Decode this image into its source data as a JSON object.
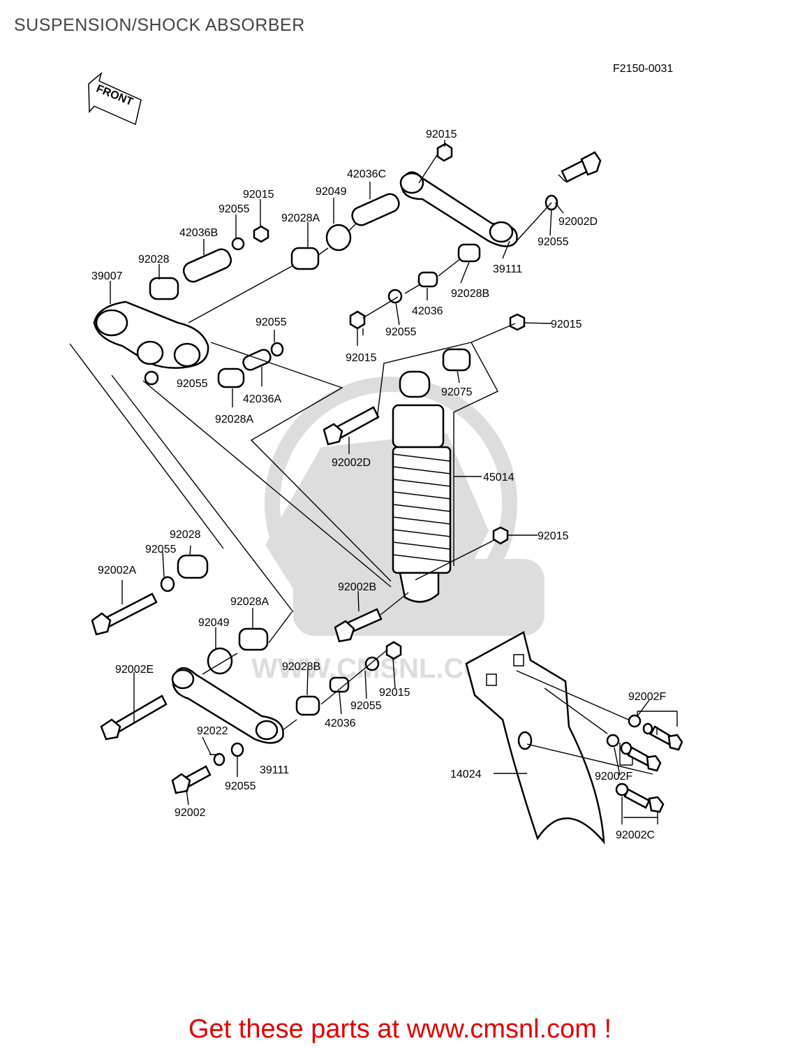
{
  "page": {
    "title": "SUSPENSION/SHOCK ABSORBER",
    "promo": "Get these parts at www.cmsnl.com !",
    "watermark_text": "WWW.CMSNL.COM",
    "promo_color": "#e00000"
  },
  "diagram": {
    "ref_code": "F2150-0031",
    "front_label": "FRONT",
    "part_labels": [
      "92015",
      "42036C",
      "92049",
      "92015",
      "92055",
      "92028A",
      "92002D",
      "92055",
      "42036B",
      "92028",
      "39111",
      "39007",
      "92028B",
      "42036",
      "92055",
      "92015",
      "92055",
      "92015",
      "92055",
      "92075",
      "42036A",
      "92028A",
      "92002D",
      "45014",
      "92028",
      "92055",
      "92015",
      "92002A",
      "92002B",
      "92028A",
      "92049",
      "92002E",
      "92028B",
      "92015",
      "92055",
      "42036",
      "92002F",
      "92022",
      "14024",
      "39111",
      "92002F",
      "92055",
      "92002",
      "92002C"
    ]
  }
}
